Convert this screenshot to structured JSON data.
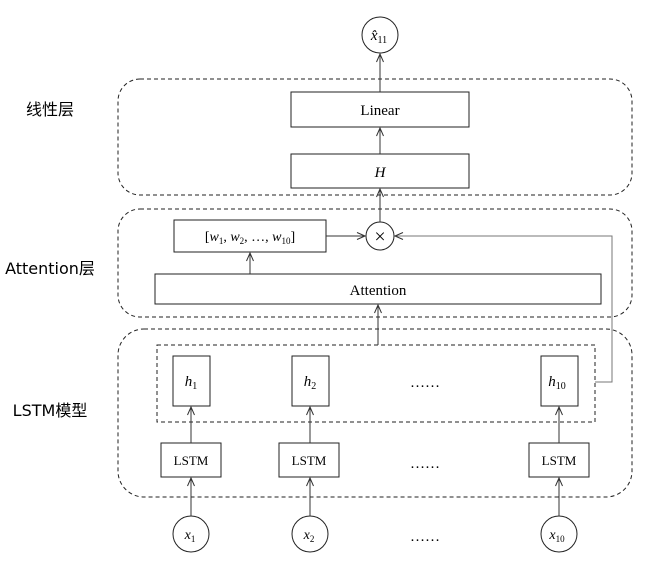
{
  "layers": {
    "linear_layer_label": "线性层",
    "attention_layer_label": "Attention层",
    "lstm_layer_label": "LSTM模型"
  },
  "output_node": {
    "symbol": "x̂",
    "subscript": "11"
  },
  "boxes": {
    "linear": "Linear",
    "h_matrix": "H",
    "weights": {
      "open": "[",
      "w": "w",
      "s1": "1",
      "s2": "2",
      "mid": ", …, ",
      "s10": "10",
      "close": "]"
    },
    "attention": "Attention",
    "multiply_symbol": "×"
  },
  "hidden_states": [
    {
      "symbol": "h",
      "subscript": "1"
    },
    {
      "symbol": "h",
      "subscript": "2"
    },
    {
      "symbol": "h",
      "subscript": "10"
    }
  ],
  "lstm_cells": [
    "LSTM",
    "LSTM",
    "LSTM"
  ],
  "inputs": [
    {
      "symbol": "x",
      "subscript": "1"
    },
    {
      "symbol": "x",
      "subscript": "2"
    },
    {
      "symbol": "x",
      "subscript": "10"
    }
  ],
  "ellipsis": "……"
}
